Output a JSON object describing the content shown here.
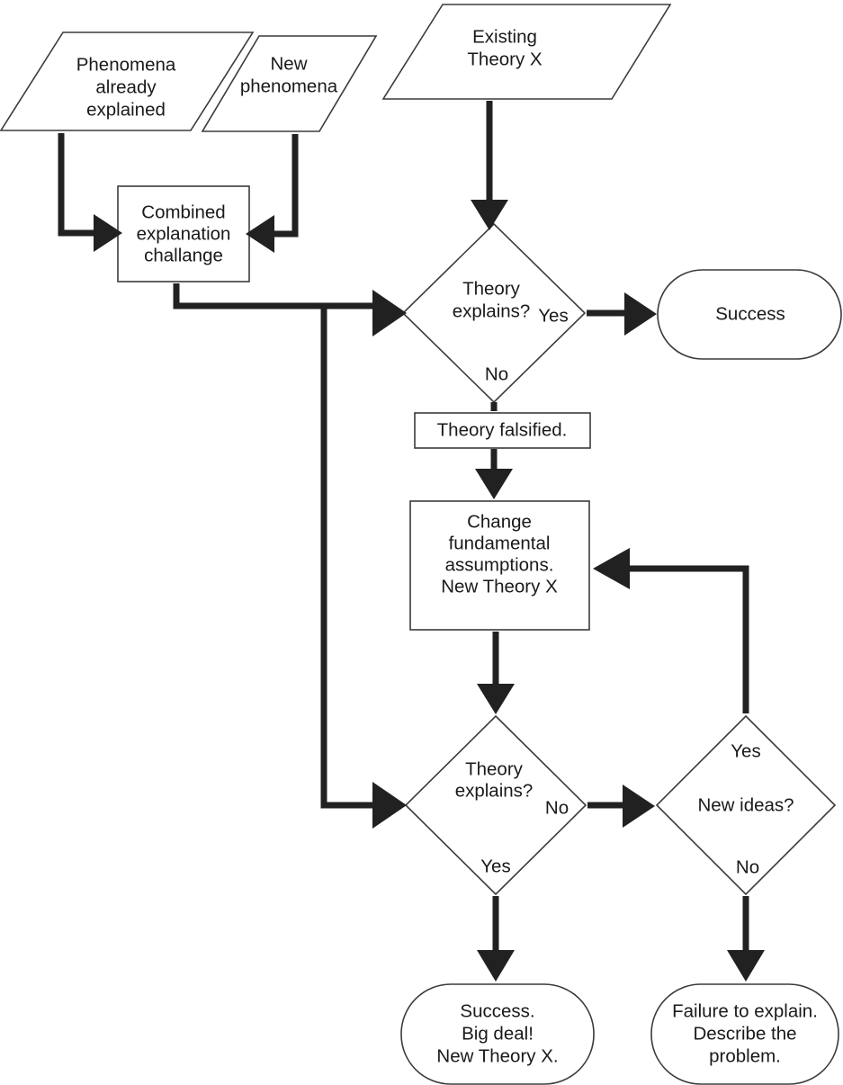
{
  "diagram": {
    "title": "Scientific theory falsification flowchart",
    "background_color": "#ffffff",
    "shape_stroke_color": "#3b3b3b",
    "connector_color": "#212121",
    "text_color": "#1a1a1a"
  },
  "nodes": {
    "phenomena_explained": {
      "shape": "parallelogram",
      "lines": [
        "Phenomena",
        "already",
        "explained"
      ]
    },
    "new_phenomena": {
      "shape": "parallelogram",
      "lines": [
        "New",
        "phenomena"
      ]
    },
    "existing_theory": {
      "shape": "parallelogram",
      "lines": [
        "Existing",
        "Theory X"
      ]
    },
    "combined_challenge": {
      "shape": "process",
      "lines": [
        "Combined",
        "explanation",
        "challange"
      ]
    },
    "theory_explains_1": {
      "shape": "decision",
      "lines": [
        "Theory",
        "explains?"
      ]
    },
    "success": {
      "shape": "terminator",
      "lines": [
        "Success"
      ]
    },
    "theory_falsified": {
      "shape": "process",
      "lines": [
        "Theory falsified."
      ]
    },
    "change_assumptions": {
      "shape": "process",
      "lines": [
        "Change",
        "fundamental",
        "assumptions.",
        "New Theory X"
      ]
    },
    "theory_explains_2": {
      "shape": "decision",
      "lines": [
        "Theory",
        "explains?"
      ]
    },
    "new_ideas": {
      "shape": "decision",
      "lines": [
        "New ideas?"
      ]
    },
    "success_big_deal": {
      "shape": "terminator",
      "lines": [
        "Success.",
        "Big deal!",
        "New Theory X."
      ]
    },
    "failure_explain": {
      "shape": "terminator",
      "lines": [
        "Failure to explain.",
        "Describe the",
        "problem."
      ]
    }
  },
  "edge_labels": {
    "d1_yes": "Yes",
    "d1_no": "No",
    "d2_no": "No",
    "d2_yes": "Yes",
    "d3_yes": "Yes",
    "d3_no": "No"
  }
}
